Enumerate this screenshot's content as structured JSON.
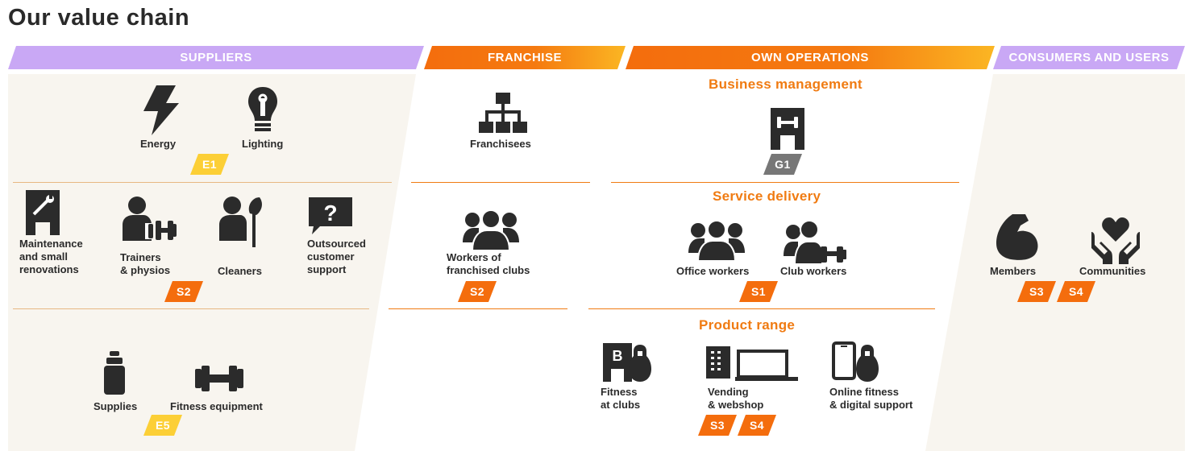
{
  "title": "Our value chain",
  "colors": {
    "suppliers": "#c9a8f5",
    "franchise_start": "#f46d0d",
    "franchise_end": "#fbb623",
    "ops_start": "#f46d0d",
    "ops_end": "#fbb623",
    "consumers": "#c9a8f5",
    "panel": "#f8f5ef",
    "section_title": "#f07b12",
    "badge_orange": "#f46d0d",
    "badge_yellow": "#fccf36",
    "badge_gray": "#777777",
    "icon": "#2b2b2b"
  },
  "headers": {
    "suppliers": "SUPPLIERS",
    "franchise": "FRANCHISE",
    "own_operations": "OWN OPERATIONS",
    "consumers": "CONSUMERS AND USERS"
  },
  "suppliers": {
    "energy": "Energy",
    "lighting": "Lighting",
    "badge_e1": "E1",
    "maintenance": [
      "Maintenance",
      "and small",
      "renovations"
    ],
    "trainers": [
      "Trainers",
      "& physios"
    ],
    "cleaners": "Cleaners",
    "outsourced": [
      "Outsourced",
      "customer",
      "support"
    ],
    "badge_s2": "S2",
    "supplies": "Supplies",
    "fitness_equipment": "Fitness equipment",
    "badge_e5": "E5"
  },
  "franchise": {
    "franchisees": "Franchisees",
    "workers": [
      "Workers of",
      "franchised clubs"
    ],
    "badge_s2": "S2"
  },
  "operations": {
    "business_management": "Business management",
    "badge_g1": "G1",
    "service_delivery": "Service delivery",
    "office_workers": "Office workers",
    "club_workers": "Club workers",
    "badge_s1": "S1",
    "product_range": "Product range",
    "fitness_at_clubs": [
      "Fitness",
      "at clubs"
    ],
    "vending": [
      "Vending",
      "& webshop"
    ],
    "online": [
      "Online fitness",
      "& digital support"
    ],
    "badge_s3": "S3",
    "badge_s4": "S4"
  },
  "consumers": {
    "members": "Members",
    "communities": "Communities",
    "badge_s3": "S3",
    "badge_s4": "S4"
  }
}
